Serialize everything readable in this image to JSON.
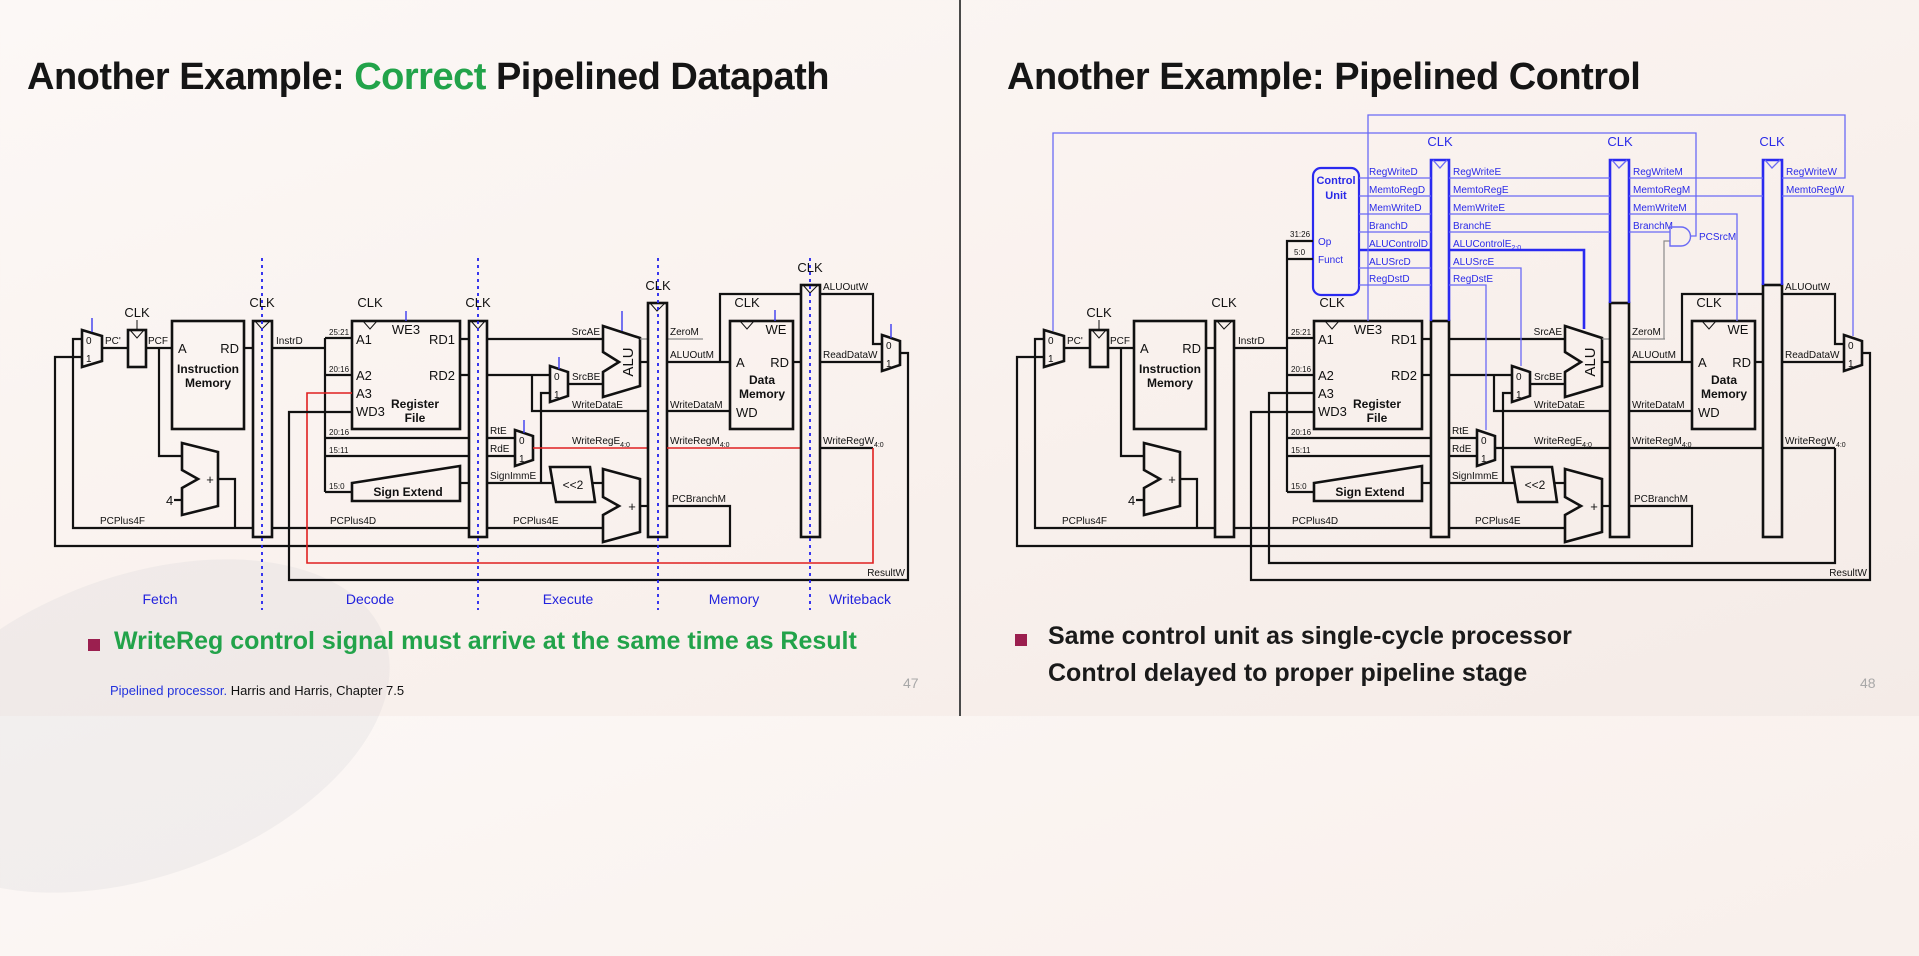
{
  "left": {
    "title_pre": "Another Example: ",
    "title_em": "Correct",
    "title_post": " Pipelined Datapath",
    "stages": [
      "Fetch",
      "Decode",
      "Execute",
      "Memory",
      "Writeback"
    ],
    "bullet": "WriteReg control signal must arrive at the same time as Result",
    "footer_link": "Pipelined processor.",
    "footer_text": " Harris and Harris, Chapter 7.5",
    "page_number": "47"
  },
  "right": {
    "title": "Another Example: Pipelined Control",
    "bullets": [
      "Same control unit as single-cycle processor",
      "Control delayed to proper pipeline stage"
    ],
    "page_number": "48",
    "control": {
      "unit_line1": "Control",
      "unit_line2": "Unit",
      "op": "Op",
      "funct": "Funct",
      "bits_op": "31:26",
      "bits_funct": "5:0",
      "d_signals": [
        "RegWriteD",
        "MemtoRegD",
        "MemWriteD",
        "BranchD",
        "ALUControlD",
        "ALUSrcD",
        "RegDstD"
      ],
      "e_signals": [
        "RegWriteE",
        "MemtoRegE",
        "MemWriteE",
        "BranchE",
        "ALUControlE",
        "ALUSrcE",
        "RegDstE"
      ],
      "e_alucontrol_sub": "2:0",
      "m_signals": [
        "RegWriteM",
        "MemtoRegM",
        "MemWriteM",
        "BranchM"
      ],
      "w_signals": [
        "RegWriteW",
        "MemtoRegW"
      ],
      "pcsrc": "PCSrcM"
    }
  },
  "dp": {
    "clk": "CLK",
    "pc_prime": "PC'",
    "pcf": "PCF",
    "mux0": "0",
    "mux1": "1",
    "imem_a": "A",
    "imem_rd": "RD",
    "imem_title1": "Instruction",
    "imem_title2": "Memory",
    "instrd": "InstrD",
    "bits_2521": "25:21",
    "bits_2016": "20:16",
    "bits_1511": "15:11",
    "bits_150": "15:0",
    "a1": "A1",
    "a2": "A2",
    "a3": "A3",
    "wd3": "WD3",
    "we3": "WE3",
    "rd1": "RD1",
    "rd2": "RD2",
    "rf_title1": "Register",
    "rf_title2": "File",
    "sign_extend": "Sign Extend",
    "four": "4",
    "plus": "+",
    "pcplus4f": "PCPlus4F",
    "pcplus4d": "PCPlus4D",
    "pcplus4e": "PCPlus4E",
    "srcae": "SrcAE",
    "srcbe": "SrcBE",
    "alu": "ALU",
    "zerom": "ZeroM",
    "writedatae": "WriteDataE",
    "rte": "RtE",
    "rde": "RdE",
    "writerege": "WriteRegE",
    "sub40": "4:0",
    "signimme": "SignImmE",
    "shift2": "<<2",
    "pcbranchm": "PCBranchM",
    "aluoutm": "ALUOutM",
    "writedatam": "WriteDataM",
    "writeregm": "WriteRegM",
    "dmem_we": "WE",
    "dmem_a": "A",
    "dmem_rd": "RD",
    "dmem_title1": "Data",
    "dmem_title2": "Memory",
    "dmem_wd": "WD",
    "aluoutw": "ALUOutW",
    "readdataw": "ReadDataW",
    "writeregw": "WriteRegW",
    "resultw": "ResultW"
  },
  "colors": {
    "accent_green": "#22a34a",
    "bullet": "#9b1f4f",
    "control_blue": "#2a2ae8",
    "writereg_red": "#e02020"
  }
}
